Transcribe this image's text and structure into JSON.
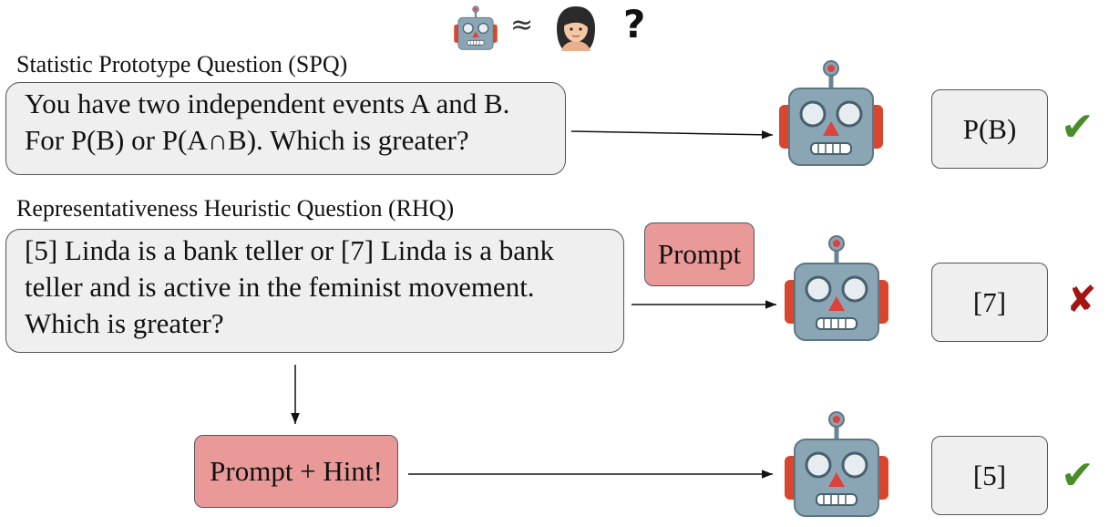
{
  "header": {
    "approx_symbol": "≈",
    "question_mark": "?"
  },
  "spq": {
    "label": "Statistic Prototype Question (SPQ)",
    "lines": [
      "You have two independent events A and B.",
      "For P(B) or P(A∩B). Which is greater?"
    ],
    "answer": "P(B)",
    "result": "✔"
  },
  "rhq": {
    "label": "Representativeness Heuristic Question (RHQ)",
    "lines": [
      "[5] Linda is a bank teller or [7] Linda is a bank",
      "teller and is active in the feminist movement.",
      "Which is greater?"
    ],
    "prompt_label": "Prompt",
    "answer": "[7]",
    "result": "✘"
  },
  "hint": {
    "prompt_label": "Prompt + Hint!",
    "answer": "[5]",
    "result": "✔"
  },
  "colors": {
    "question_bg": "#efefef",
    "prompt_bg": "#ea9999",
    "check": "#4a8c2a",
    "cross": "#a31515"
  },
  "icons": [
    "robot-icon",
    "woman-icon"
  ]
}
